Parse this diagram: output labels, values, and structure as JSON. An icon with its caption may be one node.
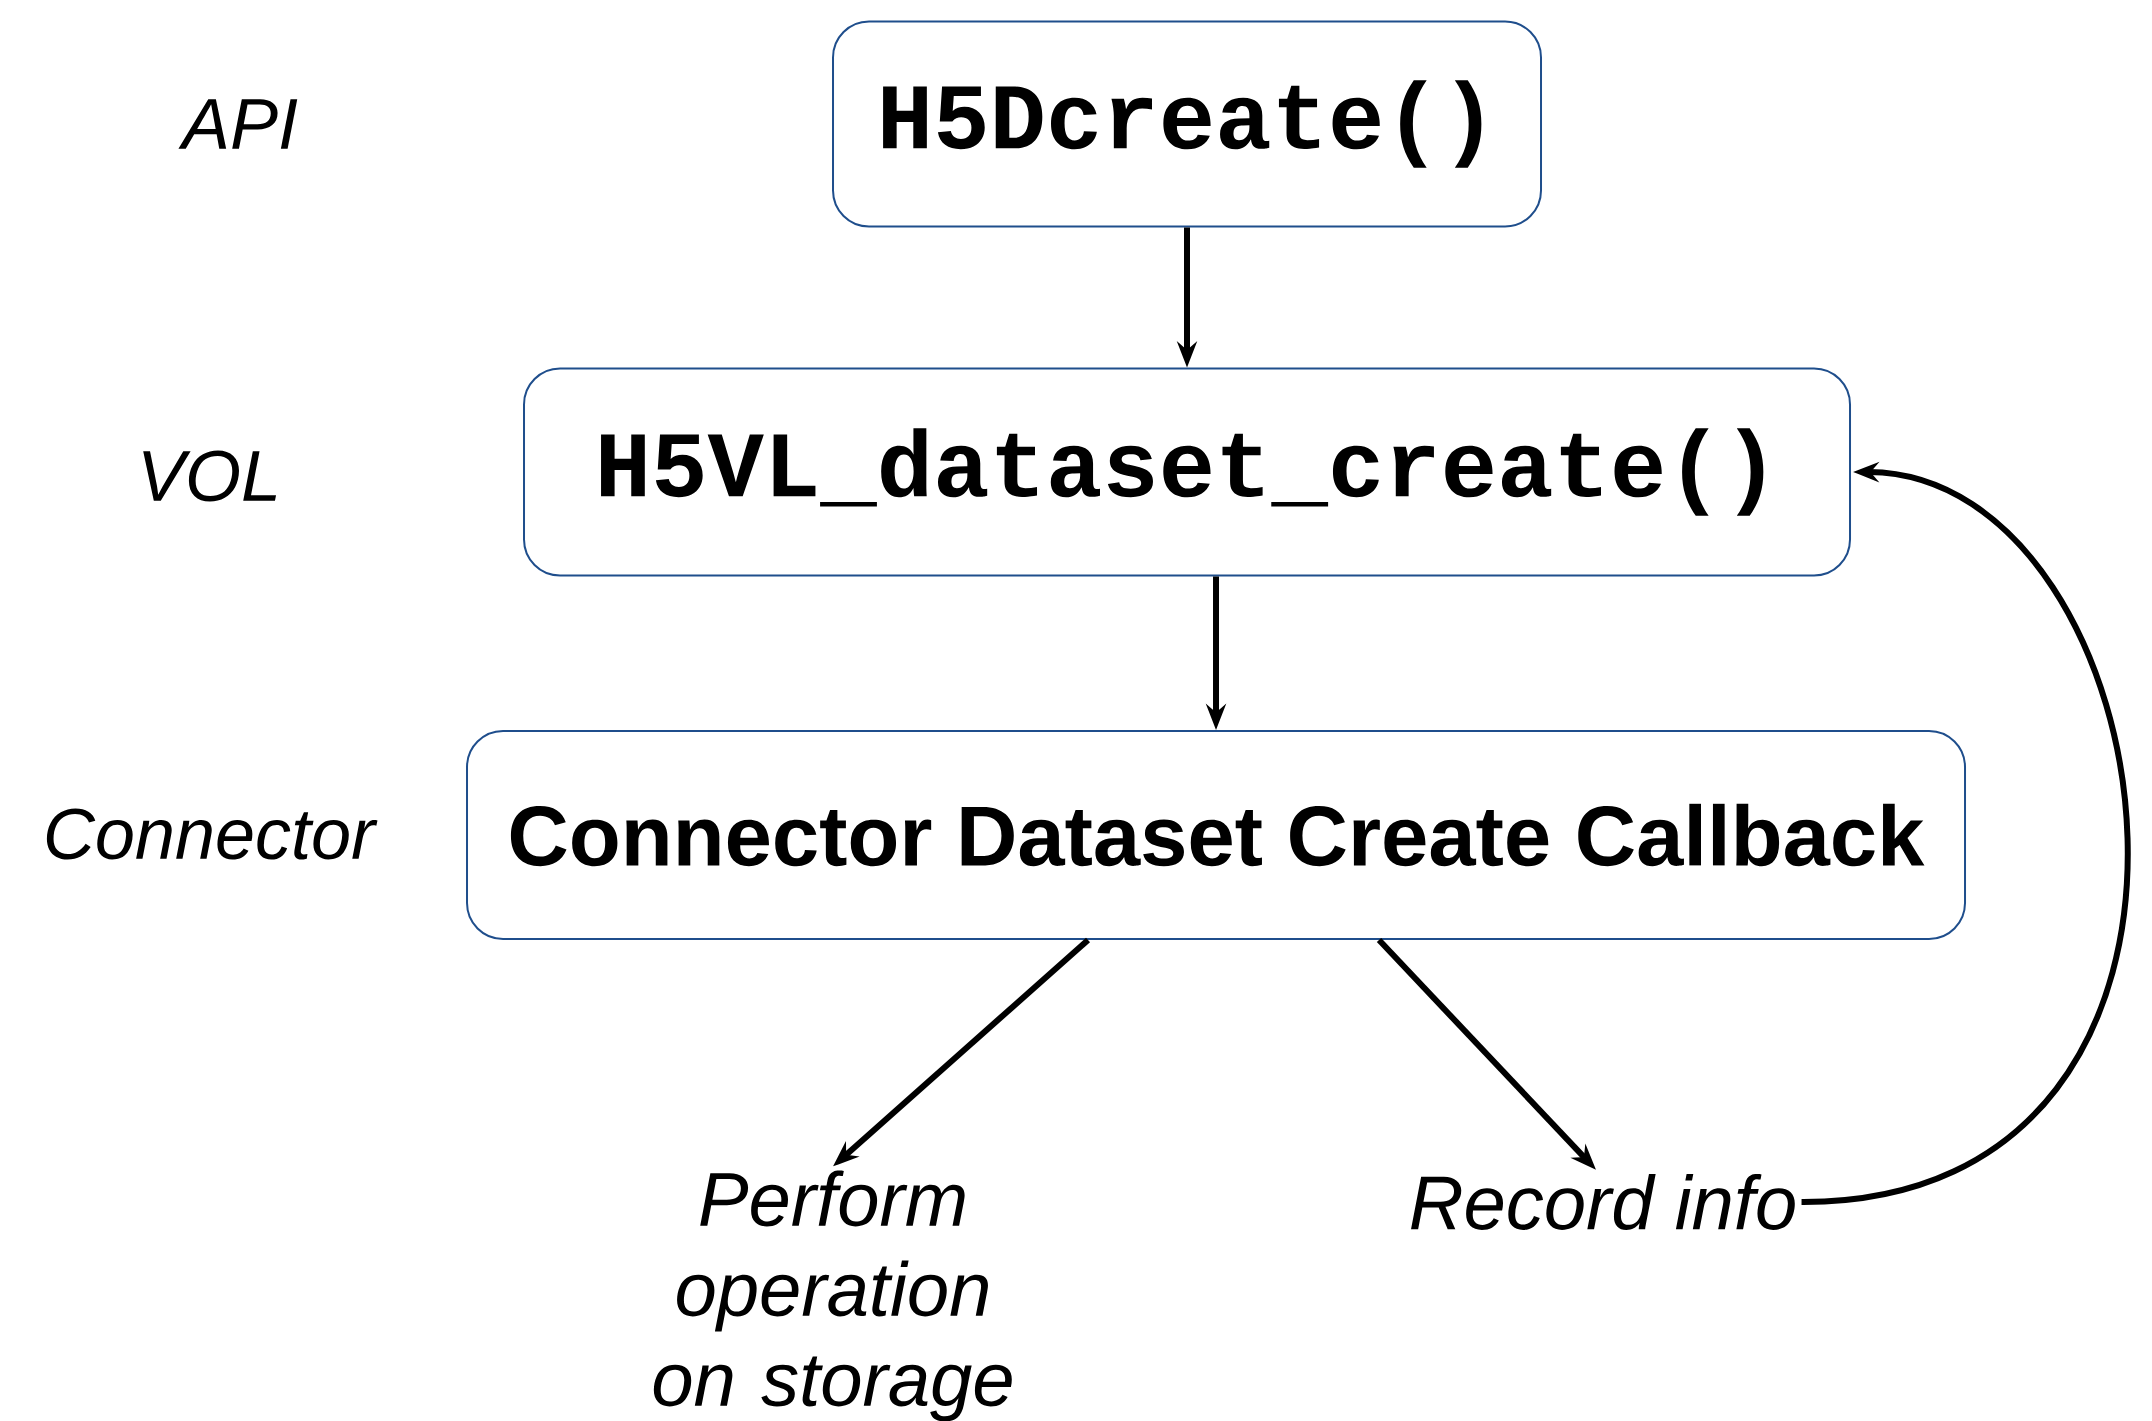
{
  "diagram": {
    "nodes": [
      {
        "text": [
          "H5Dcreate()"
        ]
      },
      {
        "text": [
          "H5VL_dataset_create()"
        ]
      },
      {
        "text": [
          "Connector Dataset Create Callback"
        ]
      },
      {
        "text": [
          "Perform operation on storage"
        ]
      },
      {
        "text": [
          "Record info"
        ]
      }
    ],
    "edges": [
      {
        "from": 0,
        "to": 1,
        "arrow": "to"
      },
      {
        "from": 1,
        "to": 2,
        "arrow": "to"
      },
      {
        "from": 2,
        "to": 3,
        "arrow": "to"
      },
      {
        "from": 2,
        "to": 4,
        "arrow": "to"
      },
      {
        "from": 4,
        "to": 1,
        "arrow": "to"
      }
    ],
    "labels": [
      "API",
      "VOL",
      "Connector"
    ]
  }
}
